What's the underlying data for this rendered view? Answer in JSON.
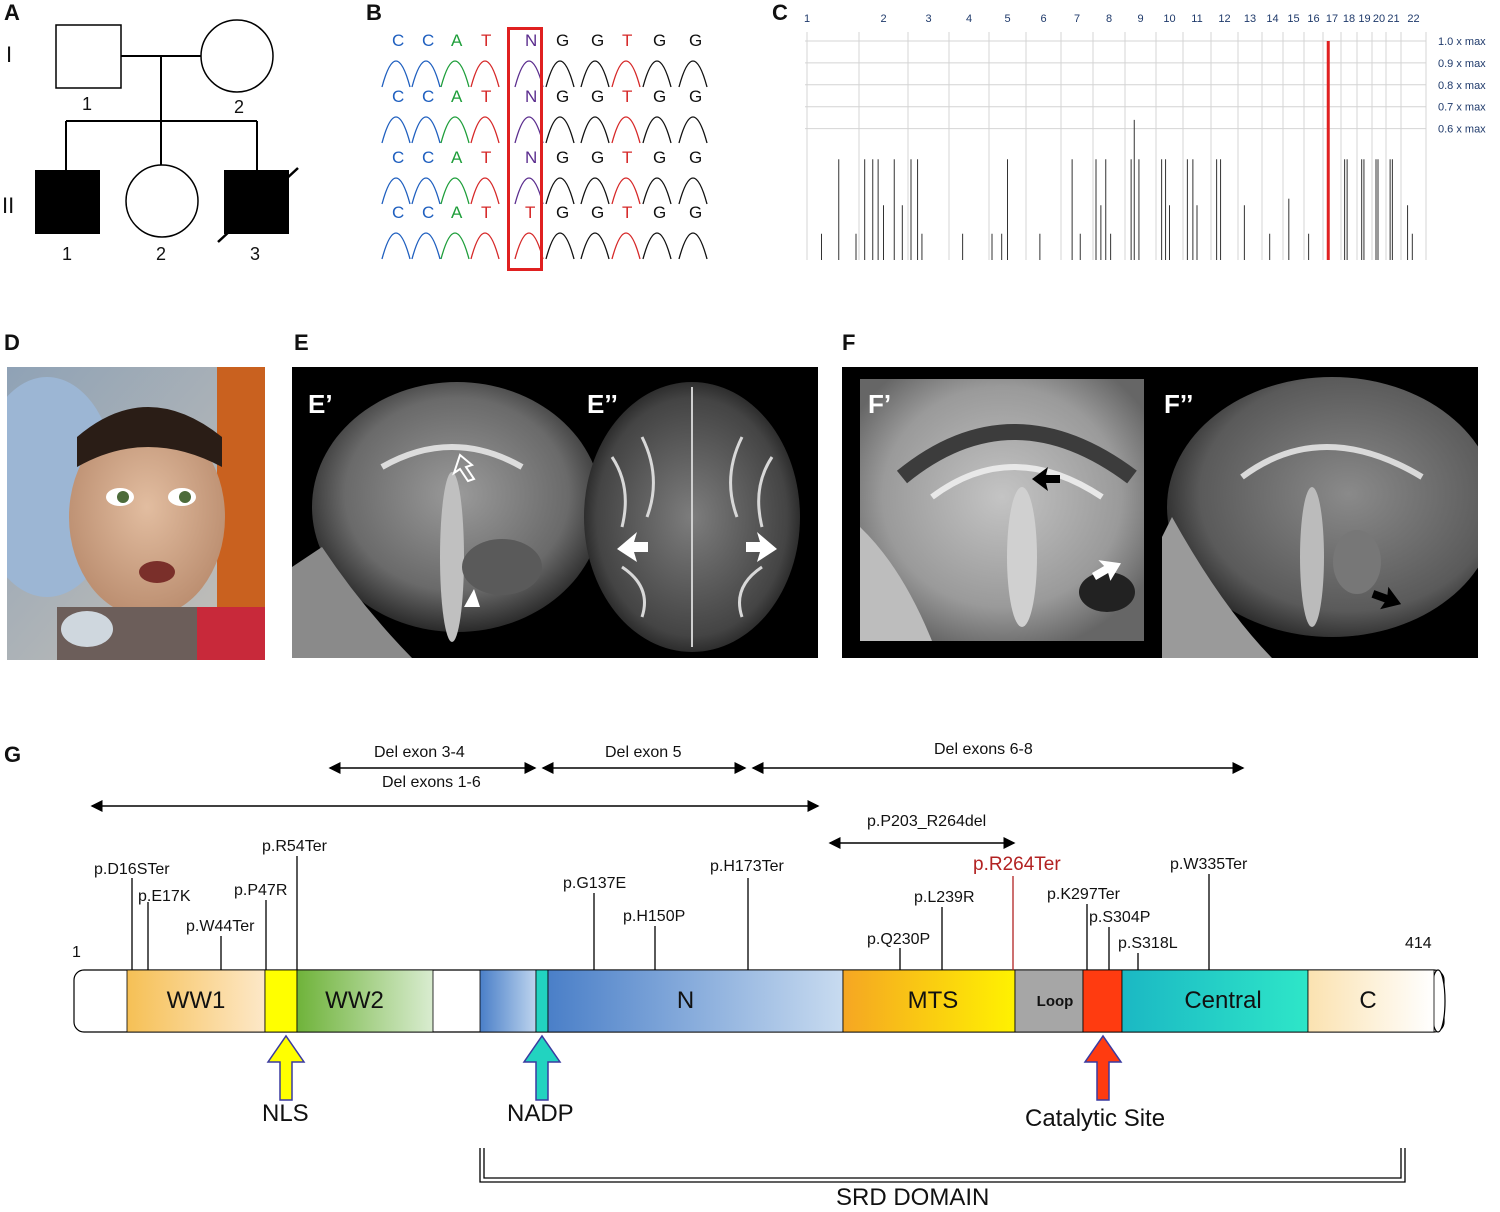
{
  "panels": {
    "A": "A",
    "B": "B",
    "C": "C",
    "D": "D",
    "E": "E",
    "F": "F",
    "G": "G"
  },
  "pedigree": {
    "generations": [
      "I",
      "II"
    ],
    "gen1_ids": [
      "1",
      "2"
    ],
    "gen2_ids": [
      "1",
      "2",
      "3"
    ]
  },
  "sequence": {
    "rows": [
      [
        "C",
        "C",
        "A",
        "T",
        "N",
        "G",
        "G",
        "T",
        "G",
        "G"
      ],
      [
        "C",
        "C",
        "A",
        "T",
        "N",
        "G",
        "G",
        "T",
        "G",
        "G"
      ],
      [
        "C",
        "C",
        "A",
        "T",
        "N",
        "G",
        "G",
        "T",
        "G",
        "G"
      ],
      [
        "C",
        "C",
        "A",
        "T",
        "T",
        "G",
        "G",
        "T",
        "G",
        "G"
      ]
    ],
    "colors": {
      "C": "#1f5fbf",
      "A": "#1e9e3a",
      "T": "#d62828",
      "G": "#111111",
      "N": "#5b2d8e"
    }
  },
  "chart_data": {
    "type": "bar",
    "chromosomes": [
      "1",
      "2",
      "3",
      "4",
      "5",
      "6",
      "7",
      "8",
      "9",
      "10",
      "11",
      "12",
      "13",
      "14",
      "15",
      "16",
      "17",
      "18",
      "19",
      "20",
      "21",
      "22"
    ],
    "thresholds": [
      "1.0 x max",
      "0.9 x max",
      "0.8 x max",
      "0.7 x max",
      "0.6 x max"
    ],
    "threshold_values": [
      1.0,
      0.9,
      0.8,
      0.7,
      0.6
    ],
    "highlight_chromosome": "17",
    "highlight_color": "#e02020",
    "peaks": [
      {
        "chr": "1",
        "positions": [
          0.4,
          1.0,
          1.6
        ],
        "values": [
          0.12,
          0.46,
          0.12
        ]
      },
      {
        "chr": "2",
        "positions": [
          0.1,
          0.4,
          0.6,
          0.8,
          1.2,
          1.5
        ],
        "values": [
          0.46,
          0.46,
          0.46,
          0.25,
          0.46,
          0.25
        ]
      },
      {
        "chr": "3",
        "positions": [
          0.0,
          0.3,
          0.5
        ],
        "values": [
          0.46,
          0.46,
          0.12
        ]
      },
      {
        "chr": "4",
        "positions": [
          0.5
        ],
        "values": [
          0.12
        ]
      },
      {
        "chr": "5",
        "positions": [
          0.0,
          0.5,
          0.8
        ],
        "values": [
          0.12,
          0.12,
          0.46
        ]
      },
      {
        "chr": "6",
        "positions": [
          0.6
        ],
        "values": [
          0.12
        ]
      },
      {
        "chr": "7",
        "positions": [
          0.5,
          1.0
        ],
        "values": [
          0.46,
          0.12
        ]
      },
      {
        "chr": "8",
        "positions": [
          0.0,
          0.3,
          0.6,
          0.9
        ],
        "values": [
          0.46,
          0.25,
          0.46,
          0.12
        ]
      },
      {
        "chr": "9",
        "positions": [
          0.2,
          0.4,
          0.7
        ],
        "values": [
          0.46,
          0.64,
          0.46
        ]
      },
      {
        "chr": "10",
        "positions": [
          0.2,
          0.5,
          0.8
        ],
        "values": [
          0.46,
          0.46,
          0.25
        ]
      },
      {
        "chr": "11",
        "positions": [
          0.1,
          0.5,
          0.8
        ],
        "values": [
          0.46,
          0.46,
          0.25
        ]
      },
      {
        "chr": "12",
        "positions": [
          0.2,
          0.5
        ],
        "values": [
          0.46,
          0.46
        ]
      },
      {
        "chr": "13",
        "positions": [
          0.3
        ],
        "values": [
          0.25
        ]
      },
      {
        "chr": "14",
        "positions": [
          0.5
        ],
        "values": [
          0.12
        ]
      },
      {
        "chr": "15",
        "positions": [
          0.3
        ],
        "values": [
          0.28
        ]
      },
      {
        "chr": "16",
        "positions": [
          0.2
        ],
        "values": [
          0.12
        ]
      },
      {
        "chr": "17",
        "positions": [
          0.3
        ],
        "values": [
          1.0
        ]
      },
      {
        "chr": "18",
        "positions": [
          0.1,
          0.5
        ],
        "values": [
          0.46,
          0.46
        ]
      },
      {
        "chr": "19",
        "positions": [
          0.3,
          0.7
        ],
        "values": [
          0.46,
          0.46
        ]
      },
      {
        "chr": "20",
        "positions": [
          0.2,
          0.6
        ],
        "values": [
          0.46,
          0.46
        ]
      },
      {
        "chr": "21",
        "positions": [
          0.2,
          0.6
        ],
        "values": [
          0.46,
          0.46
        ]
      },
      {
        "chr": "22",
        "positions": [
          0.3,
          0.7
        ],
        "values": [
          0.25,
          0.12
        ]
      }
    ],
    "ylim": [
      0,
      1.0
    ]
  },
  "mri": {
    "e1": "E’",
    "e2": "E’’",
    "f1": "F’",
    "f2": "F’’"
  },
  "protein": {
    "start": "1",
    "end": "414",
    "domains": {
      "ww1": "WW1",
      "ww2": "WW2",
      "n": "N",
      "mts": "MTS",
      "loop": "Loop",
      "central": "Central",
      "c": "C"
    },
    "deletions": {
      "d34": "Del exon 3-4",
      "d16": "Del exons 1-6",
      "d5": "Del exon 5",
      "d68": "Del exons 6-8",
      "p203": "p.P203_R264del"
    },
    "mutations": [
      {
        "id": "d16ster",
        "label": "p.D16STer"
      },
      {
        "id": "e17k",
        "label": "p.E17K"
      },
      {
        "id": "w44ter",
        "label": "p.W44Ter"
      },
      {
        "id": "p47r",
        "label": "p.P47R"
      },
      {
        "id": "r54ter",
        "label": "p.R54Ter"
      },
      {
        "id": "g137e",
        "label": "p.G137E"
      },
      {
        "id": "h150p",
        "label": "p.H150P"
      },
      {
        "id": "h173ter",
        "label": "p.H173Ter"
      },
      {
        "id": "q230p",
        "label": "p.Q230P"
      },
      {
        "id": "l239r",
        "label": "p.L239R"
      },
      {
        "id": "r264ter",
        "label": "p.R264Ter"
      },
      {
        "id": "k297ter",
        "label": "p.K297Ter"
      },
      {
        "id": "s304p",
        "label": "p.S304P"
      },
      {
        "id": "s318l",
        "label": "p.S318L"
      },
      {
        "id": "w335ter",
        "label": "p.W335Ter"
      }
    ],
    "sites": {
      "nls": "NLS",
      "nadp": "NADP",
      "catalytic": "Catalytic Site",
      "srd": "SRD DOMAIN"
    },
    "highlight_color": "#b22222"
  }
}
